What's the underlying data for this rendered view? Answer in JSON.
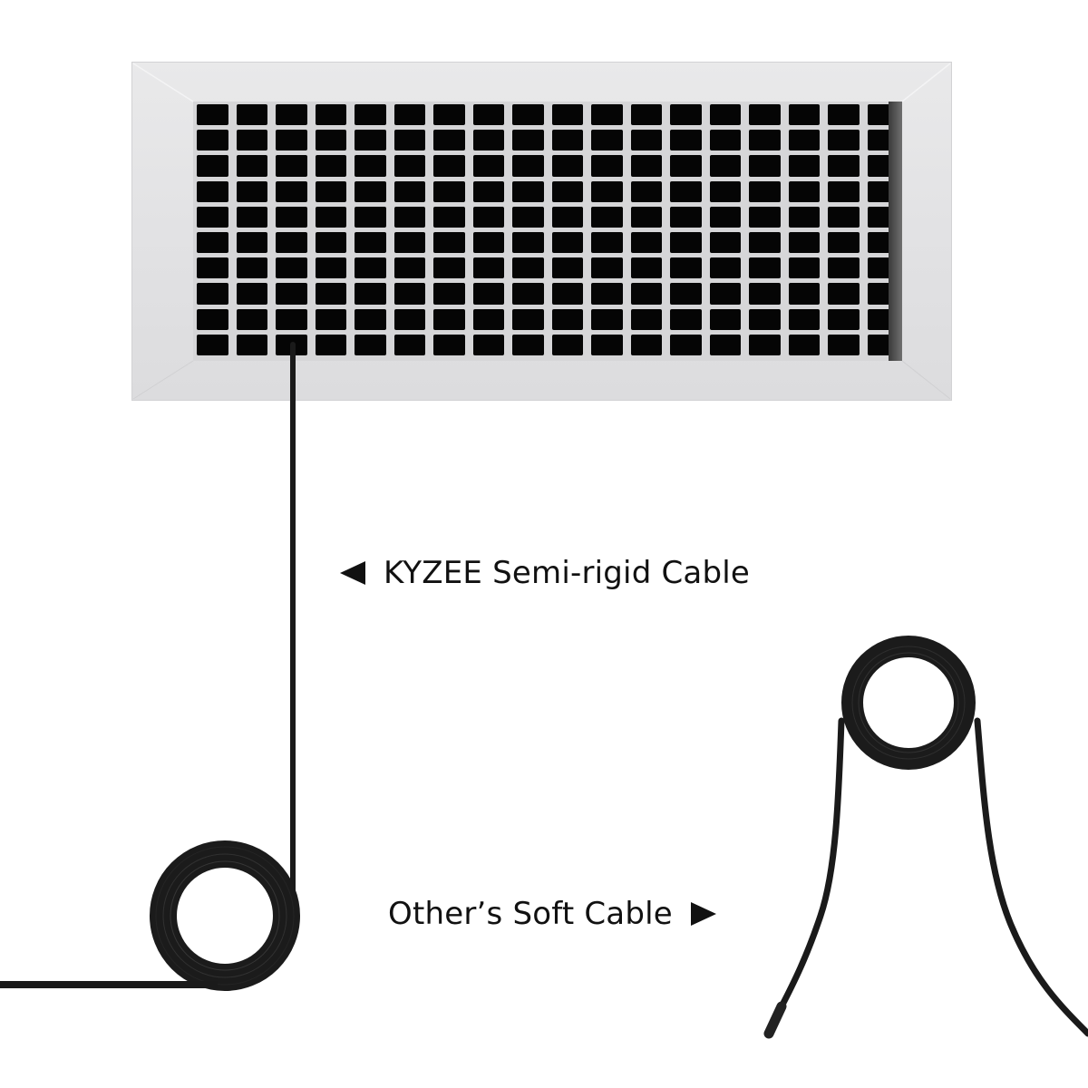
{
  "image": {
    "description": "Product comparison of camera cable rigidity",
    "background_color": "#ffffff"
  },
  "vent": {
    "frame_color": "#e4e4e6",
    "grille_color": "#d6d6d8",
    "opening_color": "#050505",
    "columns": 18,
    "rows": 10
  },
  "labels": {
    "kyzee": {
      "text": "KYZEE Semi-rigid Cable",
      "arrow": "left-triangle-icon"
    },
    "other": {
      "text": "Other’s Soft Cable",
      "arrow": "right-triangle-icon"
    }
  },
  "colors": {
    "cable": "#1a1a1a",
    "text": "#111111"
  }
}
